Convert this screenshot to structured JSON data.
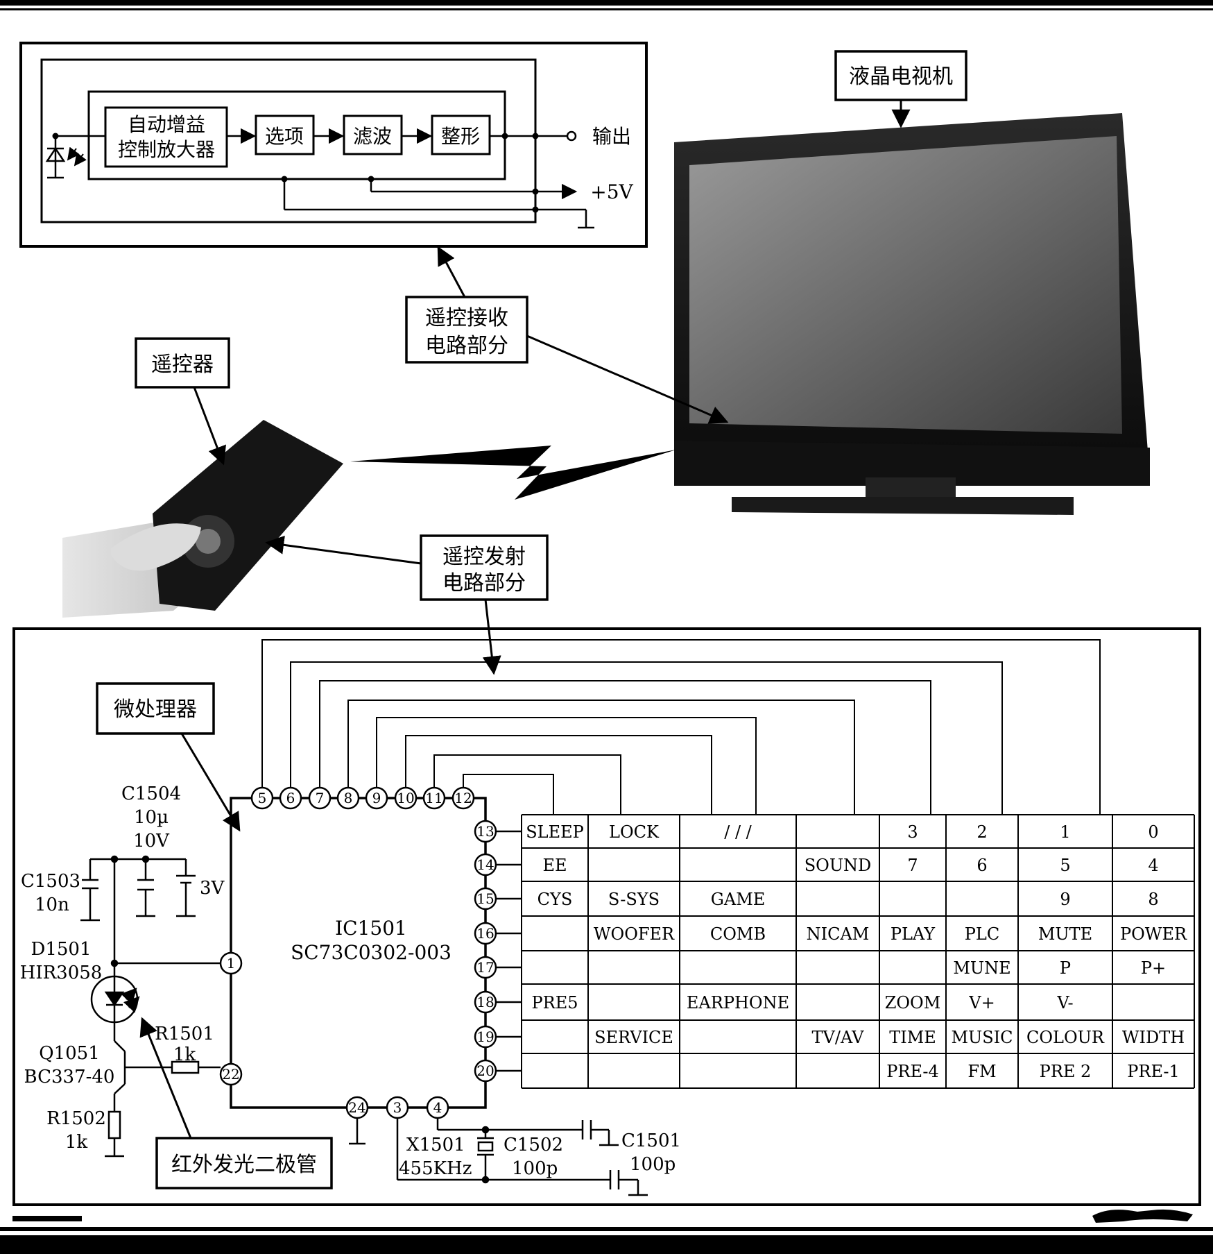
{
  "labels": {
    "lcd_tv": "液晶电视机",
    "receiver_circuit_line1": "遥控接收",
    "receiver_circuit_line2": "电路部分",
    "remote_control": "遥控器",
    "transmitter_circuit_line1": "遥控发射",
    "transmitter_circuit_line2": "电路部分",
    "microprocessor": "微处理器",
    "ir_led": "红外发光二极管"
  },
  "receiver_block": {
    "agc_line1": "自动增益",
    "agc_line2": "控制放大器",
    "select": "选项",
    "filter": "滤波",
    "shaping": "整形",
    "output": "输出",
    "supply": "+5V"
  },
  "ic": {
    "ref": "IC1501",
    "part": "SC73C0302-003",
    "top_pins": [
      "5",
      "6",
      "7",
      "8",
      "9",
      "10",
      "11",
      "12"
    ],
    "right_pins": [
      "13",
      "14",
      "15",
      "16",
      "17",
      "18",
      "19",
      "20"
    ],
    "left_pin_1": "1",
    "left_pin_22": "22",
    "bottom_pins": [
      "24",
      "3",
      "4"
    ]
  },
  "components": {
    "c1504_ref": "C1504",
    "c1504_val1": "10µ",
    "c1504_val2": "10V",
    "c1503_ref": "C1503",
    "c1503_val": "10n",
    "v3": "3V",
    "d1501_ref": "D1501",
    "d1501_part": "HIR3058",
    "r1501_ref": "R1501",
    "r1501_val": "1k",
    "q1051_ref": "Q1051",
    "q1051_part": "BC337-40",
    "r1502_ref": "R1502",
    "r1502_val": "1k",
    "x1501_ref": "X1501",
    "x1501_val": "455KHz",
    "c1502_ref": "C1502",
    "c1502_val": "100p",
    "c1501_ref": "C1501",
    "c1501_val": "100p"
  },
  "key_matrix": [
    [
      "SLEEP",
      "LOCK",
      "/  /  /",
      "",
      "3",
      "2",
      "1",
      "0"
    ],
    [
      "EE",
      "",
      "",
      "SOUND",
      "7",
      "6",
      "5",
      "4"
    ],
    [
      "CYS",
      "S-SYS",
      "GAME",
      "",
      "",
      "",
      "9",
      "8"
    ],
    [
      "",
      "WOOFER",
      "COMB",
      "NICAM",
      "PLAY",
      "PLC",
      "MUTE",
      "POWER"
    ],
    [
      "",
      "",
      "",
      "",
      "",
      "MUNE",
      "P",
      "P+"
    ],
    [
      "PRE5",
      "",
      "EARPHONE",
      "",
      "ZOOM",
      "V+",
      "V-",
      ""
    ],
    [
      "",
      "SERVICE",
      "",
      "TV/AV",
      "TIME",
      "MUSIC",
      "COLOUR",
      "WIDTH"
    ],
    [
      "",
      "",
      "",
      "",
      "PRE-4",
      "FM",
      "PRE  2",
      "PRE-1"
    ]
  ]
}
